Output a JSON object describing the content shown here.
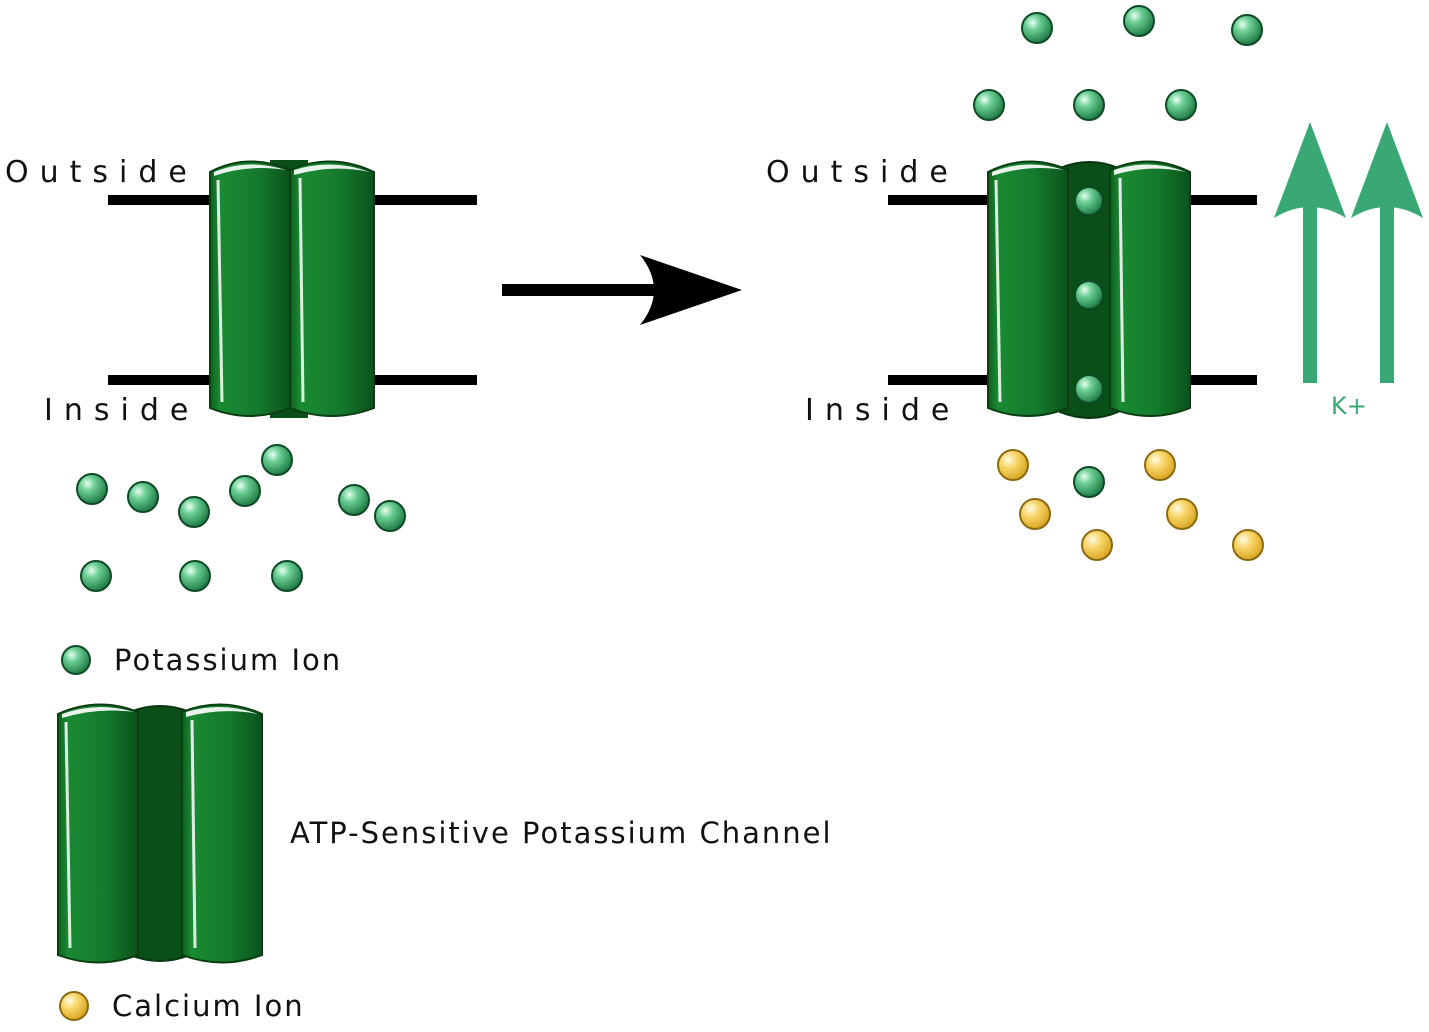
{
  "left_panel": {
    "outside_label": "Outside",
    "inside_label": "Inside"
  },
  "right_panel": {
    "outside_label": "Outside",
    "inside_label": "Inside",
    "flux_label": "K+"
  },
  "legend": {
    "potassium_label": "Potassium Ion",
    "channel_label": "ATP-Sensitive Potassium Channel",
    "calcium_label": "Calcium Ion"
  },
  "colors": {
    "channel_green": "#12752a",
    "channel_dark": "#0a4e18",
    "potassium_ion": "#2e9a5c",
    "calcium_ion": "#f2c63b",
    "flux_arrow": "#3aa874",
    "membrane": "#000000"
  }
}
